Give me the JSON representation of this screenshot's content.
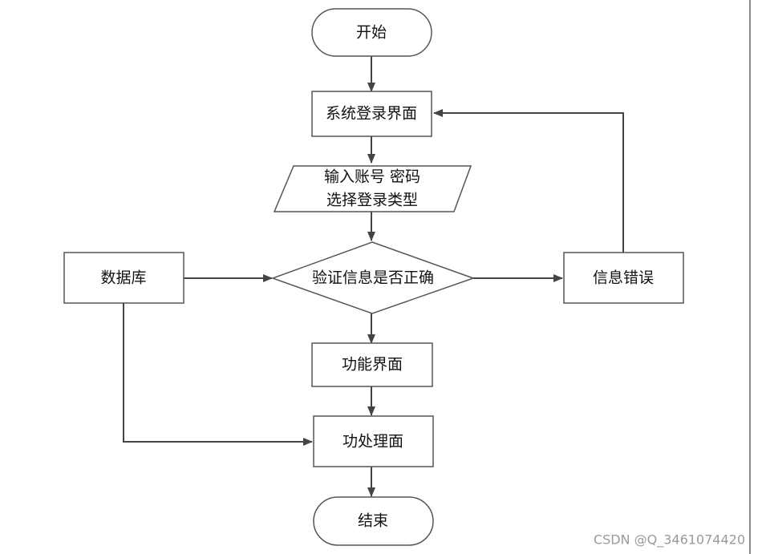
{
  "nodes": {
    "start": "开始",
    "login_screen": "系统登录界面",
    "input_line1": "输入账号 密码",
    "input_line2": "选择登录类型",
    "verify": "验证信息是否正确",
    "database": "数据库",
    "info_error": "信息错误",
    "function_screen": "功能界面",
    "processing_screen": "功处理面",
    "end": "结束"
  },
  "watermark": "CSDN @Q_3461074420",
  "colors": {
    "stroke": "#555555",
    "arrow": "#444444",
    "box_fill": "#ffffff"
  }
}
